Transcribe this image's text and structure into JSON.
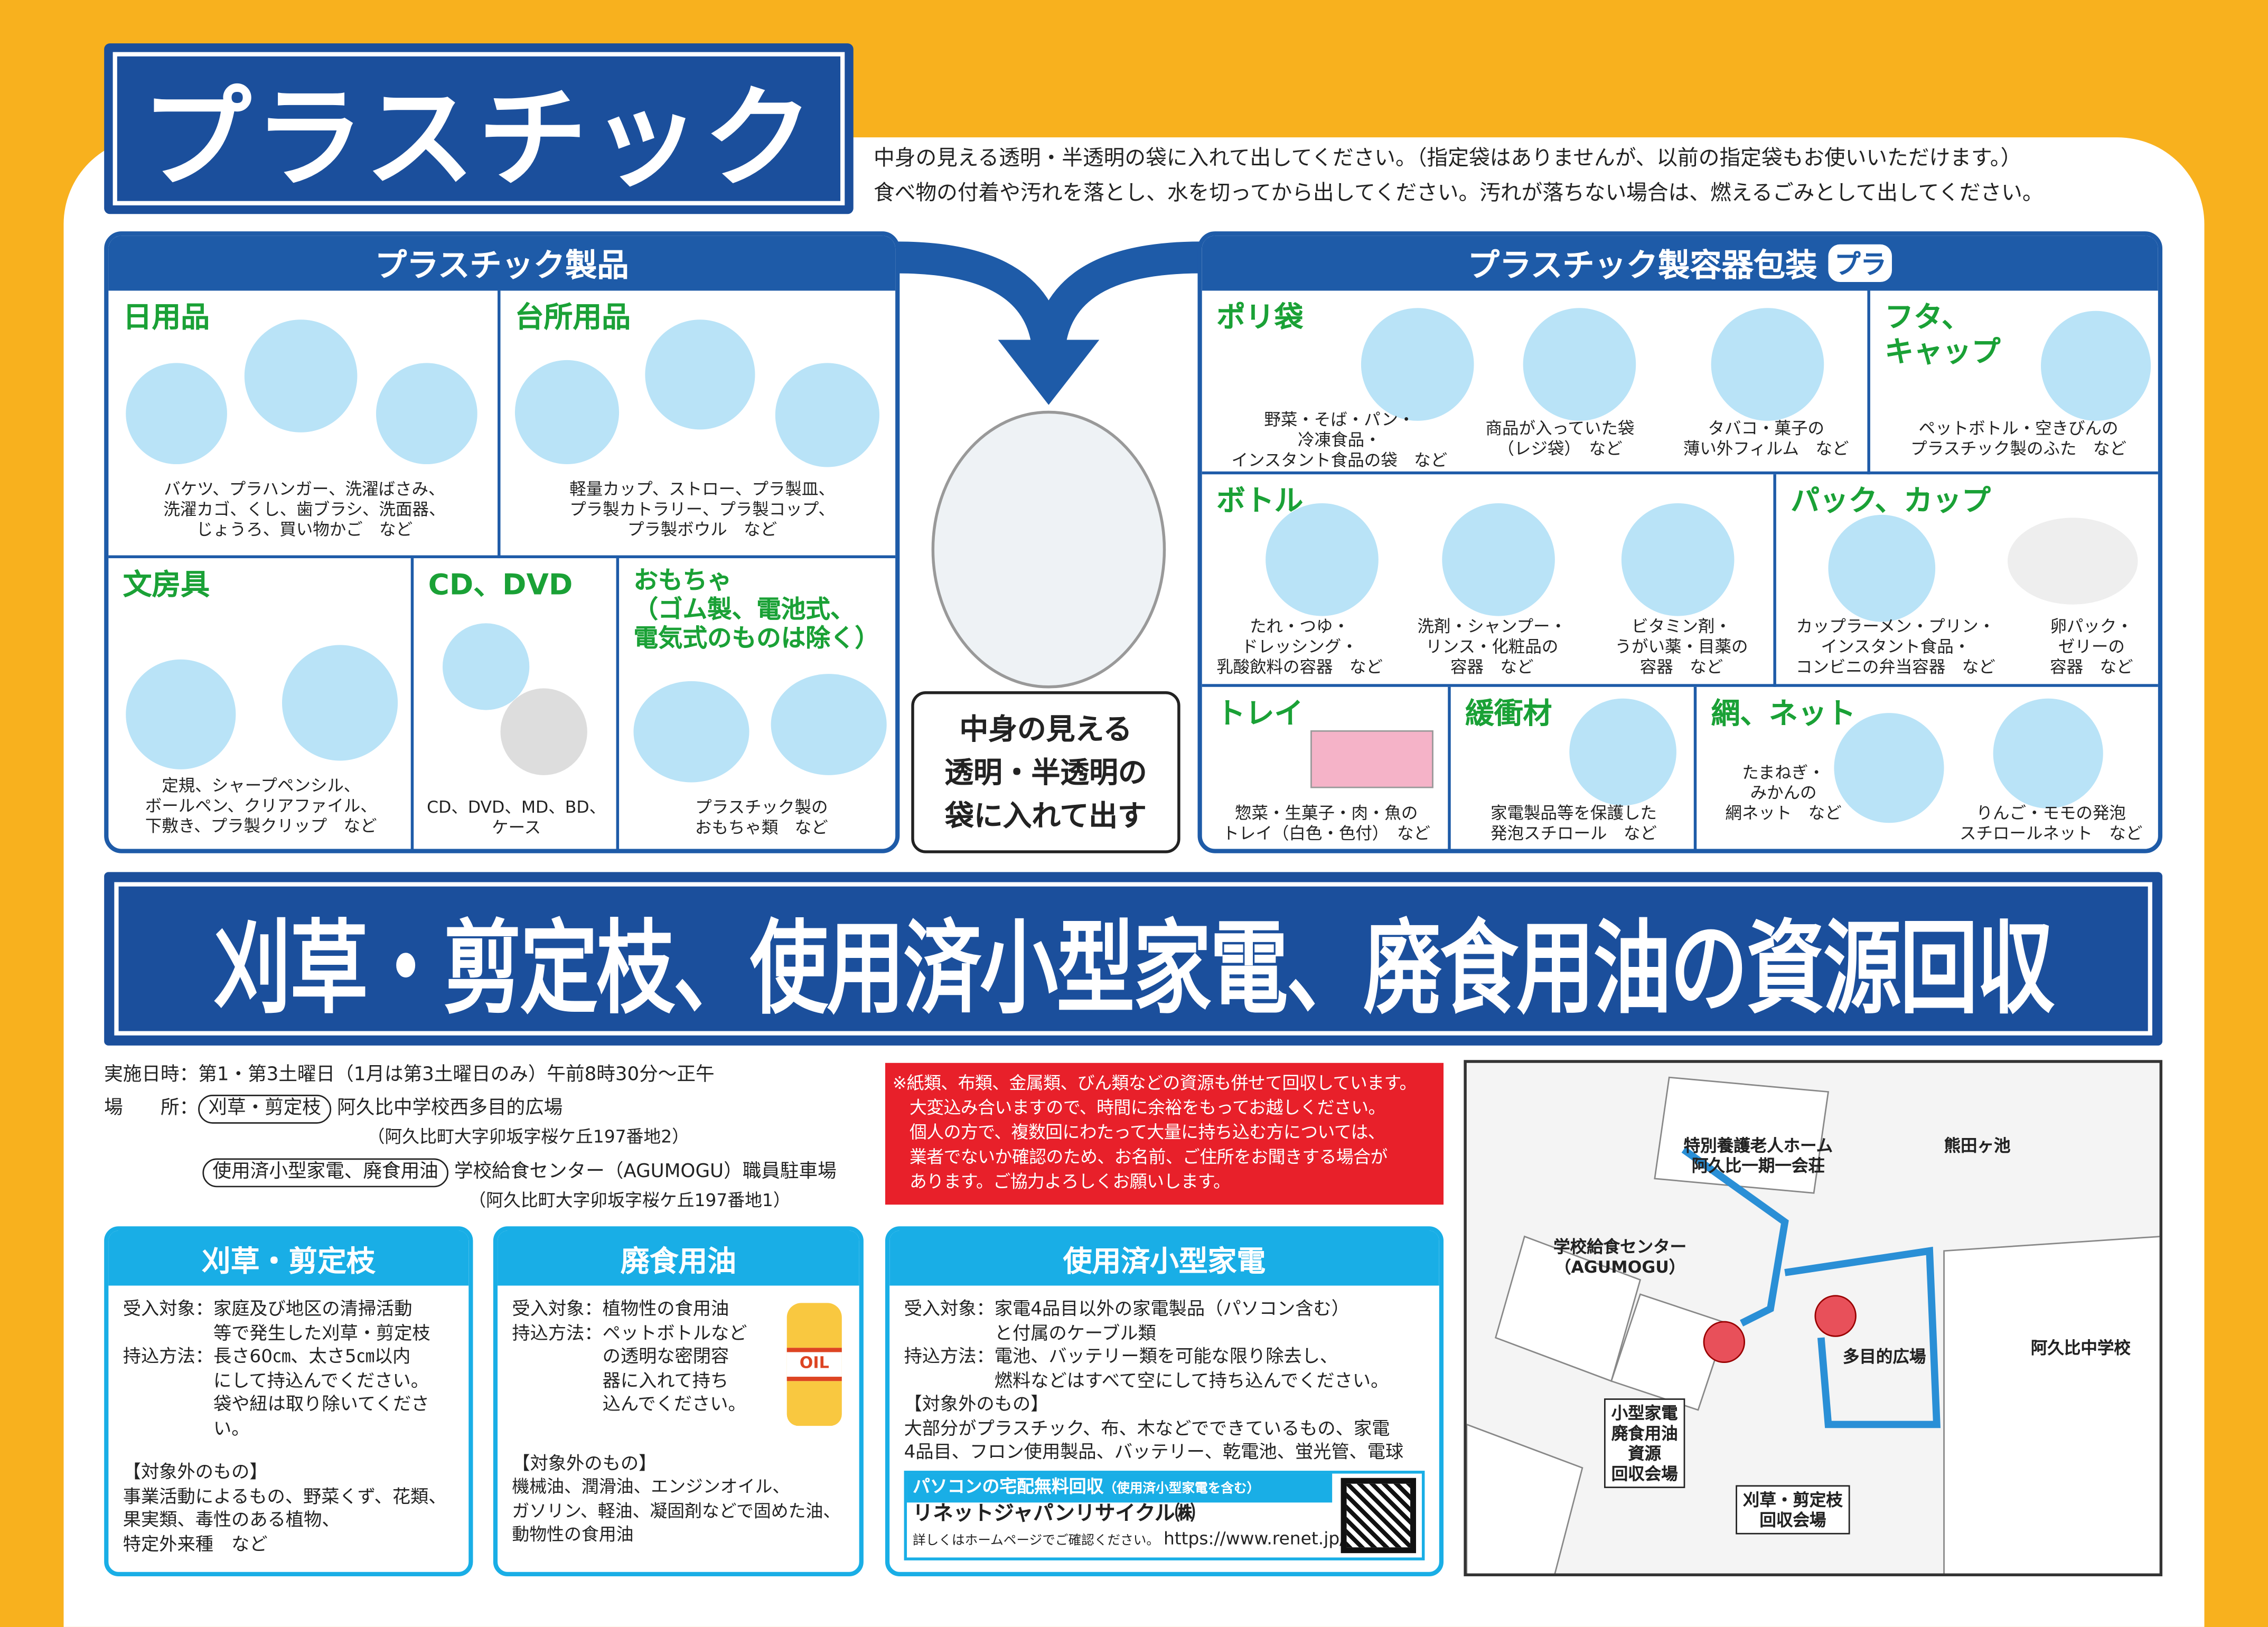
{
  "title": "プラスチック",
  "intro": [
    "中身の見える透明・半透明の袋に入れて出してください。（指定袋はありませんが、以前の指定袋もお使いいただけます。）",
    "食べ物の付着や汚れを落とし、水を切ってから出してください。汚れが落ちない場合は、燃えるごみとして出してください。"
  ],
  "products": {
    "heading": "プラスチック製品",
    "cells": [
      {
        "title": "日用品",
        "caption": "バケツ、プラハンガー、洗濯ばさみ、\n洗濯カゴ、くし、歯ブラシ、洗面器、\nじょうろ、買い物かご　など"
      },
      {
        "title": "台所用品",
        "caption": "軽量カップ、ストロー、プラ製皿、\nプラ製カトラリー、プラ製コップ、\nプラ製ボウル　など"
      },
      {
        "title": "文房具",
        "caption": "定規、シャープペンシル、\nボールペン、クリアファイル、\n下敷き、プラ製クリップ　など"
      },
      {
        "title": "CD、DVD",
        "caption": "CD、DVD、MD、BD、\nケース"
      },
      {
        "title": "おもちゃ\n（ゴム製、電池式、\n電気式のものは除く）",
        "caption": "プラスチック製の\nおもちゃ類　など"
      }
    ]
  },
  "bag_caption": "中身の見える\n透明・半透明の\n袋に入れて出す",
  "packaging": {
    "heading": "プラスチック製容器包装",
    "mark": "プラ",
    "cells": [
      {
        "title": "ポリ袋",
        "items": [
          "野菜・そば・パン・\n冷凍食品・\nインスタント食品の袋　など",
          "商品が入っていた袋\n（レジ袋）　など",
          "タバコ・菓子の\n薄い外フィルム　など"
        ]
      },
      {
        "title": "フタ、\nキャップ",
        "items": [
          "ペットボトル・空きびんの\nプラスチック製のふた　など"
        ]
      },
      {
        "title": "ボトル",
        "items": [
          "たれ・つゆ・\nドレッシング・\n乳酸飲料の容器　など",
          "洗剤・シャンプー・\nリンス・化粧品の\n容器　など",
          "ビタミン剤・\nうがい薬・目薬の\n容器　など"
        ]
      },
      {
        "title": "パック、カップ",
        "items": [
          "カップラーメン・プリン・\nインスタント食品・\nコンビニの弁当容器　など",
          "卵パック・\nゼリーの\n容器　など"
        ]
      },
      {
        "title": "トレイ",
        "items": [
          "惣菜・生菓子・肉・魚の\nトレイ（白色・色付）　など"
        ]
      },
      {
        "title": "緩衝材",
        "items": [
          "家電製品等を保護した\n発泡スチロール　など"
        ]
      },
      {
        "title": "網、ネット",
        "items": [
          "たまねぎ・\nみかんの\n網ネット　など",
          "りんご・モモの発泡\nスチロールネット　など"
        ]
      }
    ]
  },
  "banner": "刈草・剪定枝、使用済小型家電、廃食用油の資源回収",
  "schedule": {
    "date_label": "実施日時：",
    "date": "第1・第3土曜日（1月は第3土曜日のみ）午前8時30分～正午",
    "place_label": "場　　所：",
    "places": [
      {
        "tag": "刈草・剪定枝",
        "name": "阿久比中学校西多目的広場",
        "addr": "（阿久比町大字卯坂字桜ケ丘197番地2）"
      },
      {
        "tag": "使用済小型家電、廃食用油",
        "name": "学校給食センター（AGUMOGU）職員駐車場",
        "addr": "（阿久比町大字卯坂字桜ケ丘197番地1）"
      }
    ]
  },
  "notice": "※紙類、布類、金属類、びん類などの資源も併せて回収しています。\n　大変込み合いますので、時間に余裕をもってお越しください。\n　個人の方で、複数回にわたって大量に持ち込む方については、\n　業者でないか確認のため、お名前、ご住所をお聞きする場合が\n　あります。ご協力よろしくお願いします。",
  "boxes": [
    {
      "title": "刈草・剪定枝",
      "accept_label": "受入対象：",
      "accept": "家庭及び地区の清掃活動\n等で発生した刈草・剪定枝",
      "method_label": "持込方法：",
      "method": "長さ60㎝、太さ5㎝以内\nにして持込んでください。\n袋や紐は取り除いてくださ\nい。",
      "excluded_label": "【対象外のもの】",
      "excluded": "事業活動によるもの、野菜くず、花類、\n果実類、毒性のある植物、\n特定外来種　など"
    },
    {
      "title": "廃食用油",
      "accept_label": "受入対象：",
      "accept": "植物性の食用油",
      "method_label": "持込方法：",
      "method": "ペットボトルなど\nの透明な密閉容\n器に入れて持ち\n込んでください。",
      "excluded_label": "【対象外のもの】",
      "excluded": "機械油、潤滑油、エンジンオイル、\nガソリン、軽油、凝固剤などで固めた油、\n動物性の食用油",
      "oil_label": "OIL"
    },
    {
      "title": "使用済小型家電",
      "accept_label": "受入対象：",
      "accept": "家電4品目以外の家電製品（パソコン含む）\nと付属のケーブル類",
      "method_label": "持込方法：",
      "method": "電池、バッテリー類を可能な限り除去し、\n燃料などはすべて空にして持ち込んでください。",
      "excluded_label": "【対象外のもの】",
      "excluded": "大部分がプラスチック、布、木などでできているもの、家電\n4品目、フロン使用製品、バッテリー、乾電池、蛍光管、電球"
    }
  ],
  "renet": {
    "head": "パソコンの宅配無料回収",
    "head_sub": "（使用済小型家電を含む）",
    "company": "リネットジャパンリサイクル㈱",
    "note": "詳しくはホームページでご確認ください。",
    "url": "https://www.renet.jp/"
  },
  "map": {
    "labels": [
      "特別養護老人ホーム\n阿久比一期一会荘",
      "熊田ヶ池",
      "学校給食センター\n（AGUMOGU）",
      "多目的広場",
      "阿久比中学校"
    ],
    "box_labels": [
      "小型家電\n廃食用油\n資源\n回収会場",
      "刈草・剪定枝\n回収会場"
    ]
  },
  "colors": {
    "navy": "#1B4F9C",
    "blue": "#1E5BA8",
    "green": "#1AA136",
    "cyan": "#19AEE6",
    "red": "#E8202A",
    "orange": "#F8B11E"
  }
}
